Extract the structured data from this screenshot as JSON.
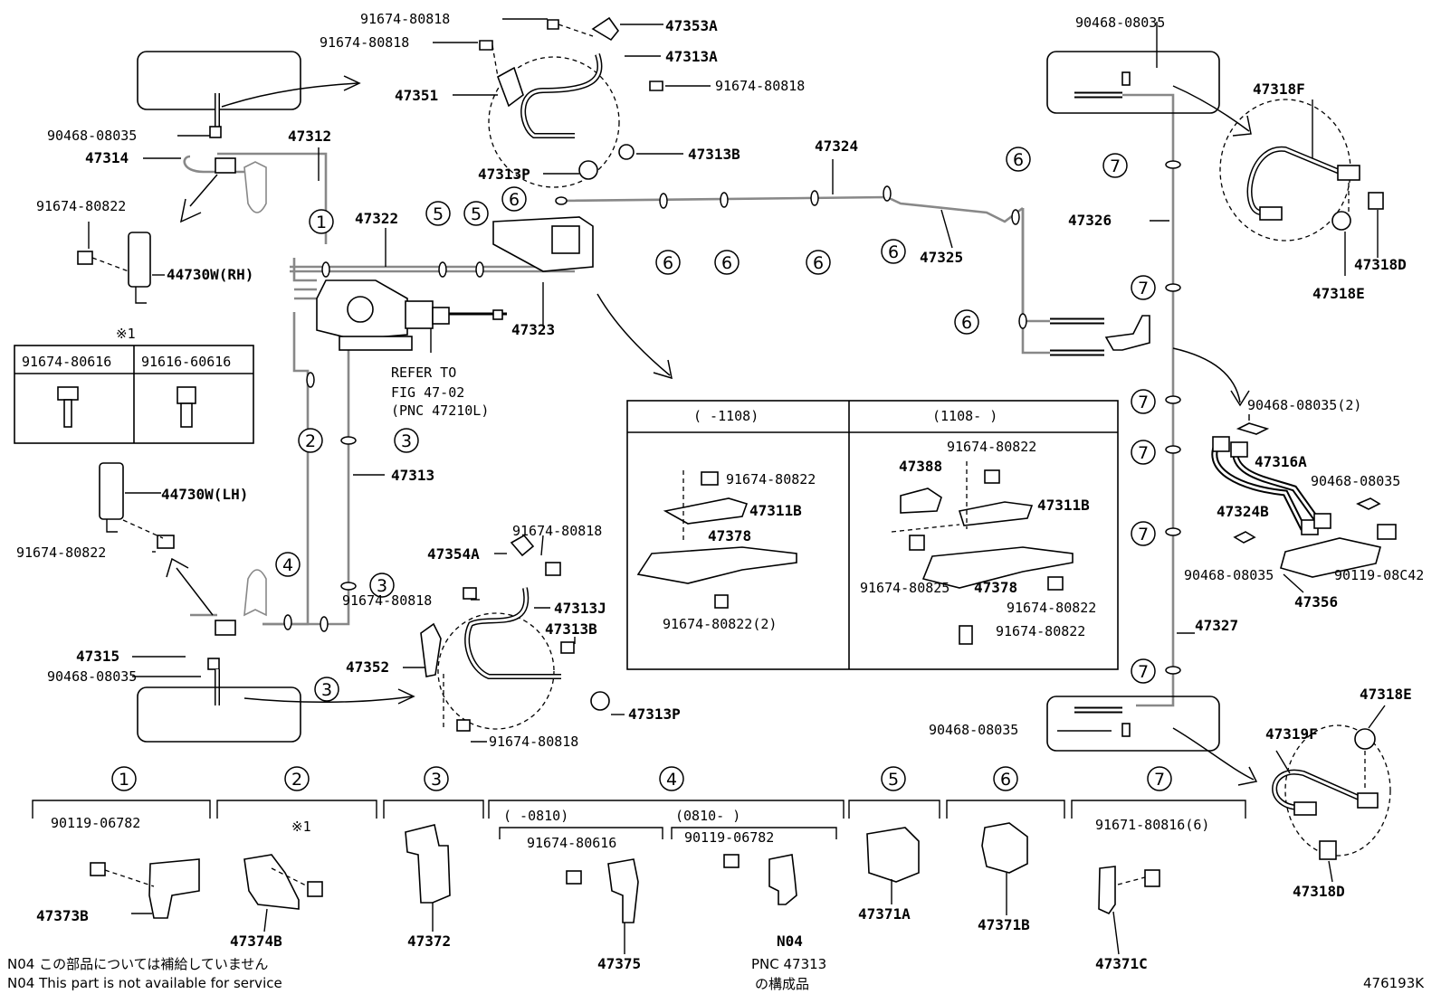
{
  "parts": {
    "p_91674_80818_a": "91674-80818",
    "p_47353A": "47353A",
    "p_91674_80818_b": "91674-80818",
    "p_47313A": "47313A",
    "p_91674_80818_c": "91674-80818",
    "p_47351": "47351",
    "p_47313B_top": "47313B",
    "p_47313P_top": "47313P",
    "p_90468_08035_a": "90468-08035",
    "p_47314": "47314",
    "p_47312": "47312",
    "p_91674_80822_a": "91674-80822",
    "p_44730W_RH": "44730W(RH)",
    "p_47322": "47322",
    "p_47324": "47324",
    "p_47325": "47325",
    "p_47323": "47323",
    "p_refer1": "REFER TO",
    "p_refer2": "FIG 47-02",
    "p_refer3": "(PNC 47210L)",
    "p_90468_08035_tr": "90468-08035",
    "p_47326": "47326",
    "p_47318F": "47318F",
    "p_47318D_top": "47318D",
    "p_47318E_top": "47318E",
    "p_47313": "47313",
    "p_44730W_LH": "44730W(LH)",
    "p_91674_80822_b": "91674-80822",
    "p_47315": "47315",
    "p_90468_08035_b": "90468-08035",
    "p_91674_80818_d": "91674-80818",
    "p_47354A": "47354A",
    "p_91674_80818_e": "91674-80818",
    "p_47313J": "47313J",
    "p_47313B_bot": "47313B",
    "p_47352": "47352",
    "p_47313P_bot": "47313P",
    "p_91674_80818_f": "91674-80818",
    "p_90468_08035_2": "90468-08035(2)",
    "p_47316A": "47316A",
    "p_90468_08035_c": "90468-08035",
    "p_47324B": "47324B",
    "p_90468_08035_d": "90468-08035",
    "p_90119_08C42": "90119-08C42",
    "p_47356": "47356",
    "p_47327": "47327",
    "p_90468_08035_br": "90468-08035",
    "p_47318E_bot": "47318E",
    "p_47319F": "47319F",
    "p_47318D_bot": "47318D"
  },
  "table_x1": {
    "mark": "※1",
    "col1": "91674-80616",
    "col2": "91616-60616"
  },
  "center_box": {
    "left_header": "(     -1108)",
    "right_header": "(1108-     )",
    "l_91674_80822": "91674-80822",
    "l_47311B": "47311B",
    "l_47378": "47378",
    "l_91674_80822_2": "91674-80822(2)",
    "r_91674_80822_top": "91674-80822",
    "r_47388": "47388",
    "r_47311B": "47311B",
    "r_91674_80825": "91674-80825",
    "r_47378": "47378",
    "r_91674_80822_mid": "91674-80822",
    "r_91674_80822_bot": "91674-80822"
  },
  "callouts": {
    "c1": "1",
    "c2": "2",
    "c3": "3",
    "c4": "4",
    "c5": "5",
    "c6": "6",
    "c7": "7"
  },
  "clamps": {
    "c1_bolt": "90119-06782",
    "c1_part": "47373B",
    "c2_mark": "※1",
    "c2_part": "47374B",
    "c3_part": "47372",
    "c4_left_range": "(     -0810)",
    "c4_right_range": "(0810-     )",
    "c4_left_bolt": "91674-80616",
    "c4_right_bolt": "90119-06782",
    "c4_left_part": "47375",
    "c4_right_part": "N04",
    "c4_pnc": "PNC 47313",
    "c4_jp": "の構成品",
    "c5_part": "47371A",
    "c6_part": "47371B",
    "c7_bolt": "91671-80816(6)",
    "c7_part": "47371C"
  },
  "notes": {
    "jp": "N04 この部品については補給していません",
    "en": "N04 This part is not available for service",
    "figno": "476193K"
  }
}
